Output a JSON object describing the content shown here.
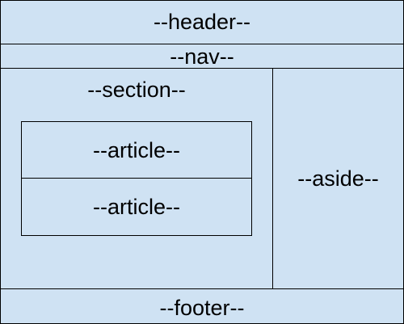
{
  "header": {
    "label": "--header--"
  },
  "nav": {
    "label": "--nav--"
  },
  "section": {
    "label": "--section--"
  },
  "articles": [
    {
      "label": "--article--"
    },
    {
      "label": "--article--"
    }
  ],
  "aside": {
    "label": "--aside--"
  },
  "footer": {
    "label": "--footer--"
  },
  "colors": {
    "box_fill": "#cfe2f3",
    "border": "#000000"
  }
}
